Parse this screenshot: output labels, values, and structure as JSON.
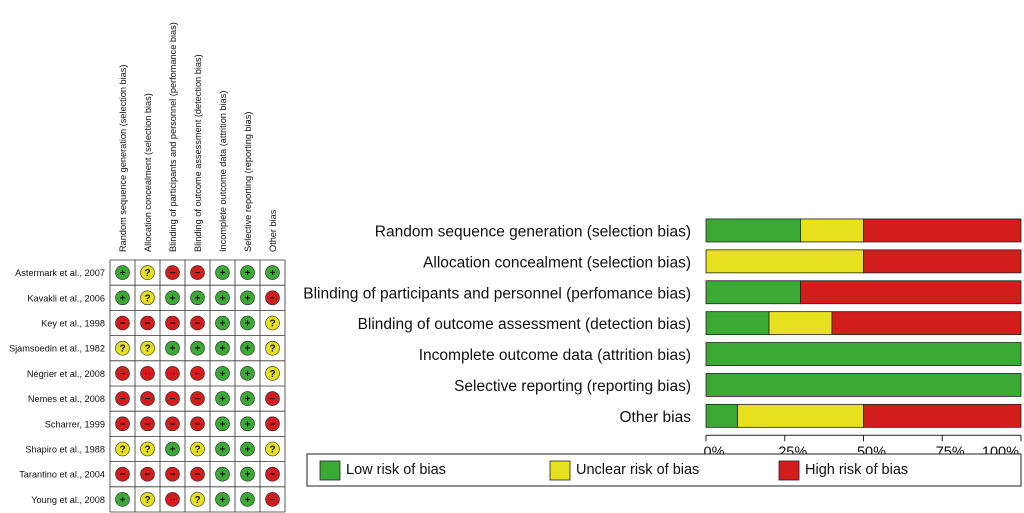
{
  "colors": {
    "low": "#3aaa35",
    "unclear": "#e6e01f",
    "high": "#d21d1d",
    "grid": "#2a2a2a"
  },
  "symbols": {
    "low": "+",
    "unclear": "?",
    "high": "−"
  },
  "chart_data": [
    {
      "type": "heatmap",
      "name": "risk-of-bias-summary",
      "domains": [
        "Random sequence generation (selection bias)",
        "Allocation concealment (selection bias)",
        "Blinding of participants and personnel (perfomance bias)",
        "Blinding of outcome assessment (detection bias)",
        "Incomplete outcome data (attrition bias)",
        "Selective reporting (reporting bias)",
        "Other bias"
      ],
      "studies": [
        "Astermark et al., 2007",
        "Kavakli et al., 2006",
        "Key et al., 1998",
        "Sjamsoedin et al., 1982",
        "Négrier et al., 2008",
        "Nemes et al., 2008",
        "Scharrer, 1999",
        "Shapiro et al., 1988",
        "Tarantino et al., 2004",
        "Young et al., 2008"
      ],
      "ratings": [
        [
          "low",
          "unclear",
          "high",
          "high",
          "low",
          "low",
          "low"
        ],
        [
          "low",
          "unclear",
          "low",
          "low",
          "low",
          "low",
          "high"
        ],
        [
          "high",
          "high",
          "high",
          "high",
          "low",
          "low",
          "unclear"
        ],
        [
          "unclear",
          "unclear",
          "low",
          "low",
          "low",
          "low",
          "unclear"
        ],
        [
          "high",
          "high",
          "high",
          "high",
          "low",
          "low",
          "unclear"
        ],
        [
          "high",
          "high",
          "high",
          "high",
          "low",
          "low",
          "high"
        ],
        [
          "high",
          "high",
          "high",
          "high",
          "low",
          "low",
          "high"
        ],
        [
          "unclear",
          "unclear",
          "low",
          "unclear",
          "low",
          "low",
          "unclear"
        ],
        [
          "high",
          "high",
          "high",
          "high",
          "low",
          "low",
          "high"
        ],
        [
          "low",
          "unclear",
          "high",
          "unclear",
          "low",
          "low",
          "high"
        ]
      ]
    },
    {
      "type": "bar",
      "orientation": "horizontal",
      "stacked": true,
      "name": "risk-of-bias-graph",
      "categories": [
        "Random sequence generation (selection bias)",
        "Allocation concealment (selection bias)",
        "Blinding of participants and personnel (perfomance bias)",
        "Blinding of outcome assessment (detection bias)",
        "Incomplete outcome data (attrition bias)",
        "Selective reporting (reporting bias)",
        "Other bias"
      ],
      "series": [
        {
          "key": "low",
          "values": [
            30,
            0,
            30,
            20,
            100,
            100,
            10
          ]
        },
        {
          "key": "unclear",
          "values": [
            20,
            50,
            0,
            20,
            0,
            0,
            40
          ]
        },
        {
          "key": "high",
          "values": [
            50,
            50,
            70,
            60,
            0,
            0,
            50
          ]
        }
      ],
      "xlim": [
        0,
        100
      ],
      "xticks": [
        "0%",
        "25%",
        "50%",
        "75%",
        "100%"
      ],
      "legend": [
        {
          "key": "low",
          "label": "Low risk of bias"
        },
        {
          "key": "unclear",
          "label": "Unclear risk of bias"
        },
        {
          "key": "high",
          "label": "High risk of bias"
        }
      ],
      "legend_position": "bottom"
    }
  ]
}
